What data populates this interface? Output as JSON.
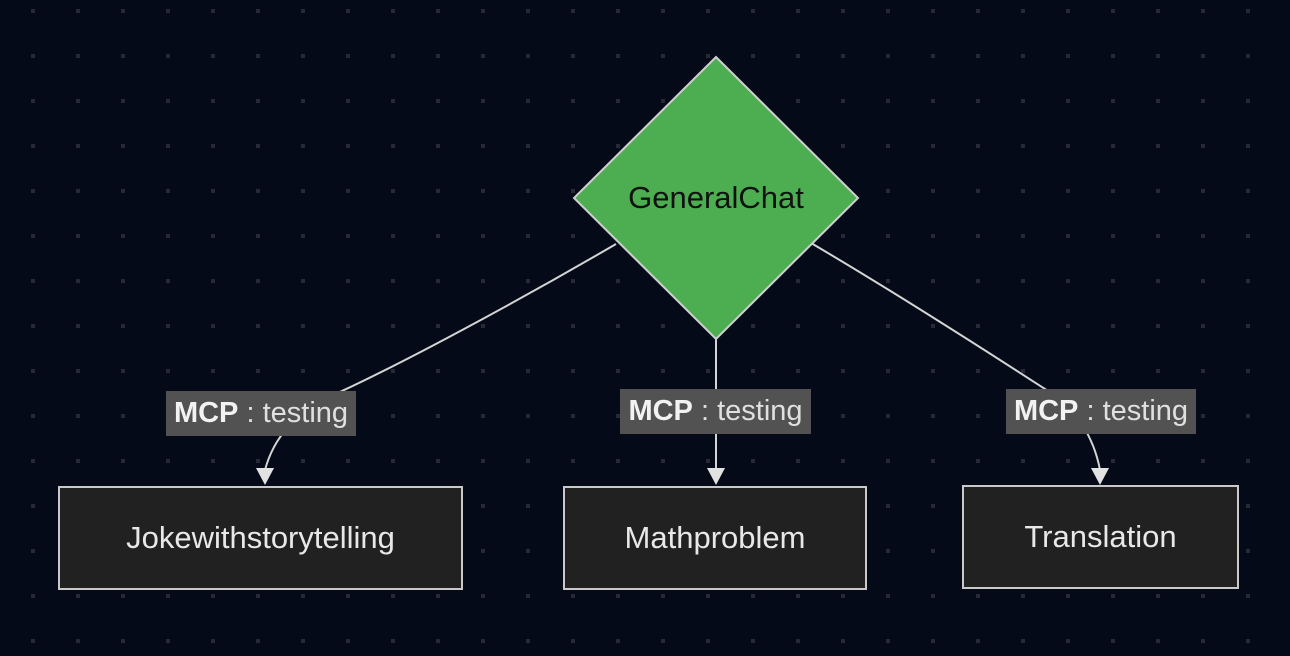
{
  "root": {
    "label": "GeneralChat"
  },
  "nodes": [
    {
      "label": "Jokewithstorytelling"
    },
    {
      "label": "Mathproblem"
    },
    {
      "label": "Translation"
    }
  ],
  "edges": [
    {
      "prefix": "MCP",
      "suffix": " : testing"
    },
    {
      "prefix": "MCP",
      "suffix": " : testing"
    },
    {
      "prefix": "MCP",
      "suffix": " : testing"
    }
  ],
  "colors": {
    "background": "#040a18",
    "grid_dot": "#262a34",
    "root_fill": "#4cae50",
    "root_border": "#cfcfcf",
    "root_text": "#111111",
    "node_fill": "#212121",
    "node_border": "#c9c9c9",
    "node_text": "#e8e8e8",
    "edge_line": "#d4d4d4",
    "arrowhead": "#e2e2e2",
    "edge_label_bg": "#525252",
    "edge_label_text": "#e0e0e0"
  }
}
